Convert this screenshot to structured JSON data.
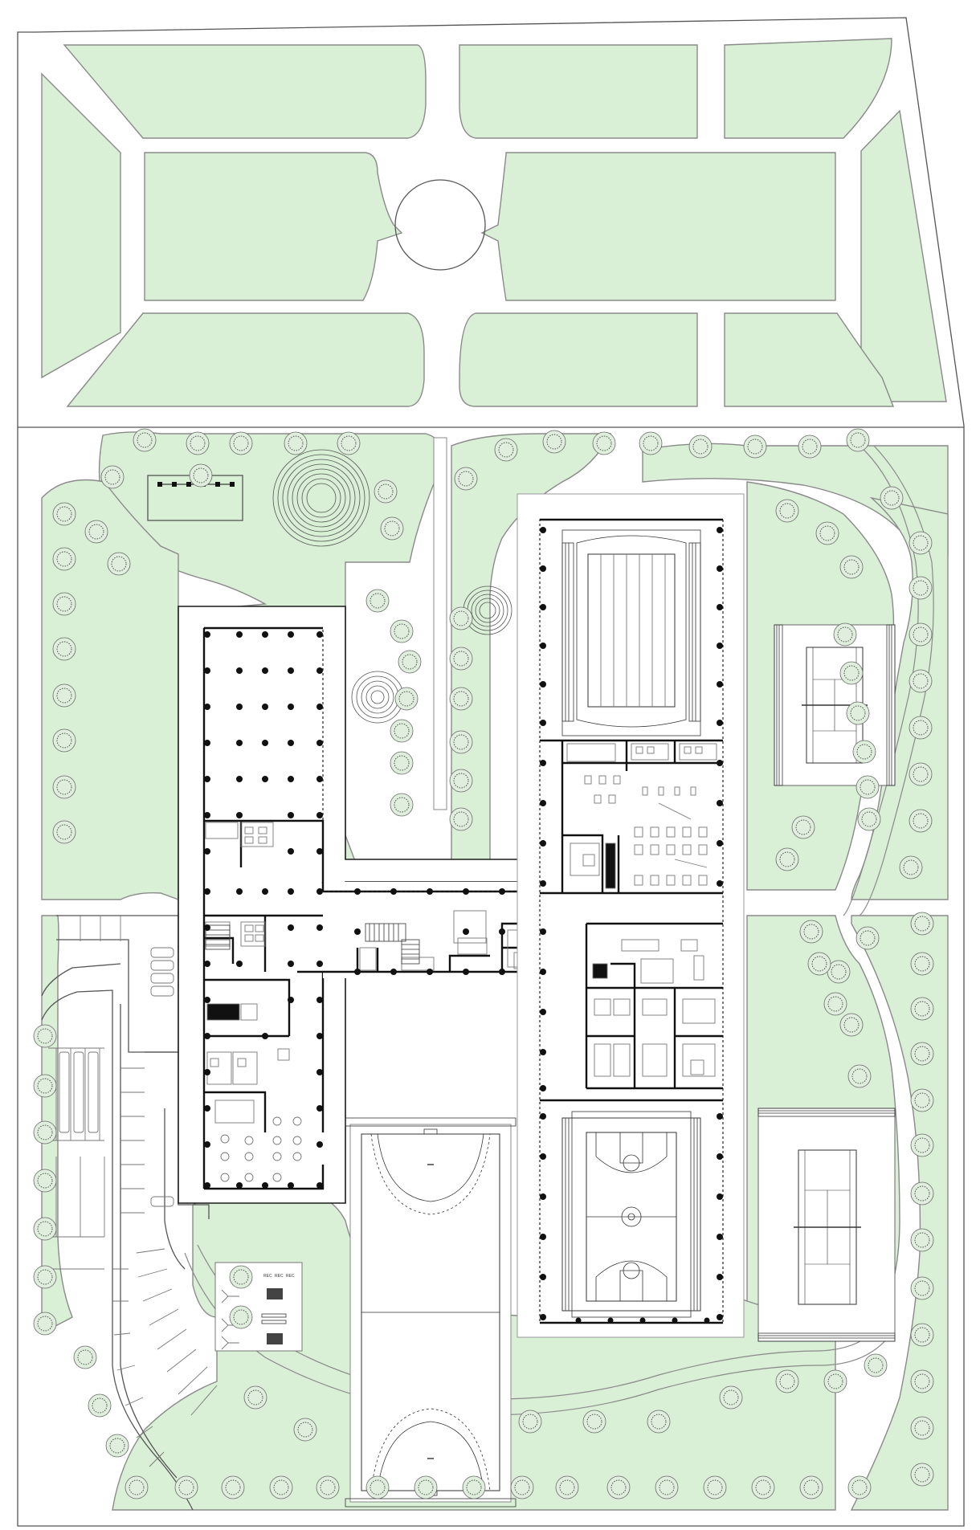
{
  "plan": {
    "equipment_labels": [
      "REC",
      "REC",
      "REC"
    ]
  },
  "colors": {
    "lawn": "#d9efd6",
    "paving": "#ffffff",
    "walls": "#111111",
    "outline": "#555555"
  },
  "icons": [
    "tree-icon",
    "column-icon",
    "table-icon",
    "tennis-court-icon",
    "basketball-court-icon",
    "handball-court-icon",
    "pool-icon"
  ]
}
